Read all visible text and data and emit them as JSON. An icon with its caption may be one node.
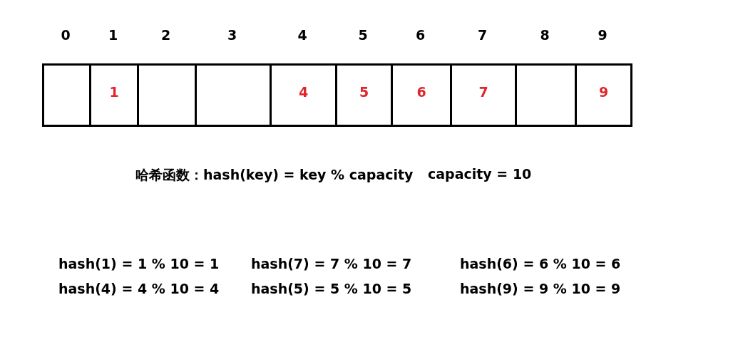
{
  "diagram": {
    "nodes": [
      {
        "text": [],
        "shape": "box",
        "beside": [
          "0"
        ]
      },
      {
        "text": [
          "1"
        ],
        "beside": [
          "1"
        ]
      },
      {
        "text": [],
        "shape": "box",
        "beside": [
          "2"
        ]
      },
      {
        "text": [],
        "shape": "box",
        "beside": [
          "3"
        ]
      },
      {
        "text": [
          "4"
        ],
        "beside": [
          "4"
        ]
      },
      {
        "text": [
          "5"
        ],
        "beside": [
          "5"
        ]
      },
      {
        "text": [
          "6"
        ],
        "beside": [
          "6"
        ]
      },
      {
        "text": [
          "7"
        ],
        "beside": [
          "7"
        ]
      },
      {
        "text": [],
        "shape": "box",
        "beside": [
          "8"
        ]
      },
      {
        "text": [
          "9"
        ],
        "beside": [
          "9"
        ]
      }
    ],
    "labels": [
      "哈希函数：hash(key) = key % capacity",
      "capacity = 10",
      "hash(1) = 1 % 10 = 1",
      "hash(7) = 7 % 10 = 7",
      "hash(6) = 6 % 10 = 6",
      "hash(4) = 4 % 10 = 4",
      "hash(5) = 5 % 10 = 5",
      "hash(9) = 9 % 10 = 9"
    ]
  }
}
